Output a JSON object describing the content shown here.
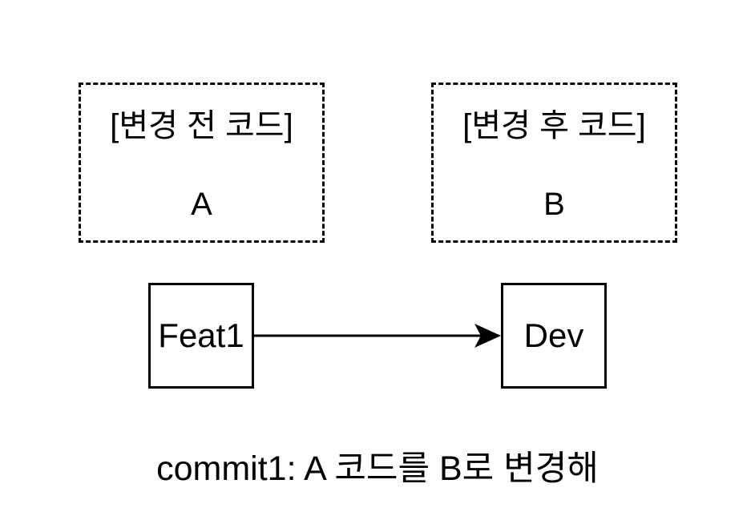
{
  "diagram": {
    "background_color": "#ffffff",
    "line_color": "#000000",
    "before_box": {
      "label": "[변경 전 코드]",
      "code": "A"
    },
    "after_box": {
      "label": "[변경 후 코드]",
      "code": "B"
    },
    "source_node": {
      "label": "Feat1"
    },
    "target_node": {
      "label": "Dev"
    },
    "arrow": {
      "from": "Feat1",
      "to": "Dev"
    },
    "caption": "commit1: A 코드를 B로 변경해"
  }
}
